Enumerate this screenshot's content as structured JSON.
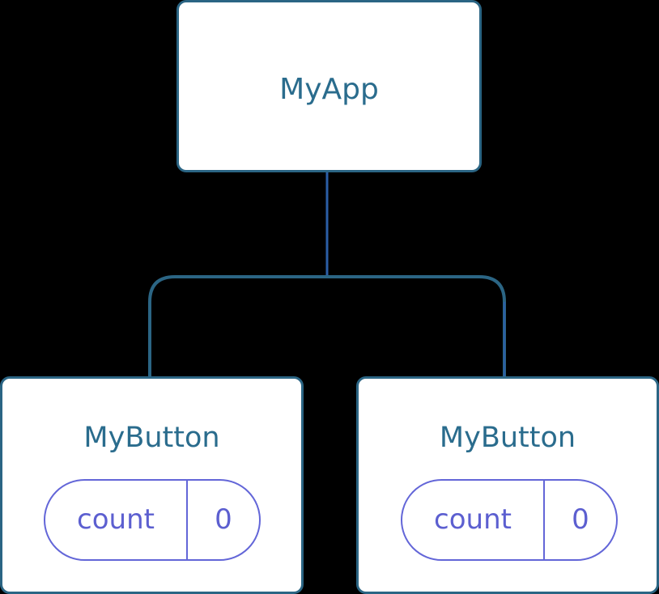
{
  "diagram": {
    "root": {
      "label": "MyApp"
    },
    "children": [
      {
        "label": "MyButton",
        "state": {
          "name": "count",
          "value": "0"
        }
      },
      {
        "label": "MyButton",
        "state": {
          "name": "count",
          "value": "0"
        }
      }
    ]
  },
  "colors": {
    "background": "#000000",
    "node_fill": "#ffffff",
    "node_border": "#2b6584",
    "label_text": "#2a6c8d",
    "state_border": "#6366d8",
    "state_text": "#5c5fd0"
  }
}
